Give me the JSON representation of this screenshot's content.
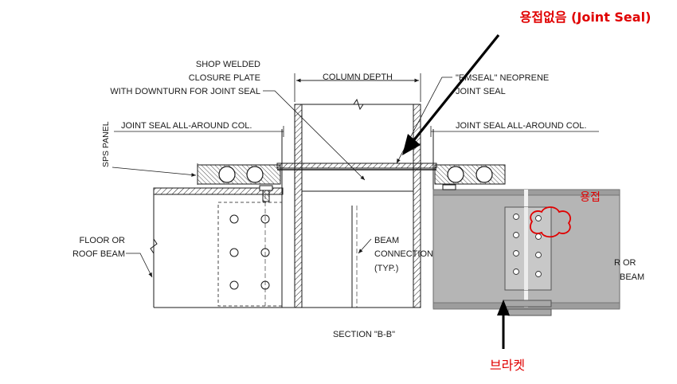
{
  "drawing": {
    "shop_welded_line1": "SHOP WELDED",
    "shop_welded_line2": "CLOSURE PLATE",
    "shop_welded_line3": "WITH DOWNTURN FOR JOINT SEAL",
    "column_depth": "COLUMN DEPTH",
    "emseal_line1": "\"EMSEAL\" NEOPRENE",
    "emseal_line2": "JOINT SEAL",
    "joint_seal_left": "JOINT SEAL ALL-AROUND COL.",
    "joint_seal_right": "JOINT SEAL ALL-AROUND COL.",
    "sps_panel": "SPS PANEL",
    "floor_beam_line1": "FLOOR OR",
    "floor_beam_line2": "ROOF BEAM",
    "beam_conn_line1": "BEAM",
    "beam_conn_line2": "CONNECTION",
    "beam_conn_line3": "(TYP.)",
    "right_beam_line1": "R OR",
    "right_beam_line2": "BEAM",
    "section_label": "SECTION \"B-B\""
  },
  "annotations": {
    "no_weld": "용접없음 (Joint Seal)",
    "weld": "용접",
    "bracket": "브라켓",
    "color": "#e00000"
  },
  "colors": {
    "line": "#1a1a1a",
    "overlay_fill": "#b5b5b5",
    "overlay_stroke": "#6a6a6a",
    "plate_fill": "#c8c8c8",
    "annotation": "#e00000"
  },
  "icons": {
    "arrow_main": "arrow-icon",
    "arrow_bracket": "arrow-up-icon",
    "weld_cloud": "cloud-icon"
  }
}
